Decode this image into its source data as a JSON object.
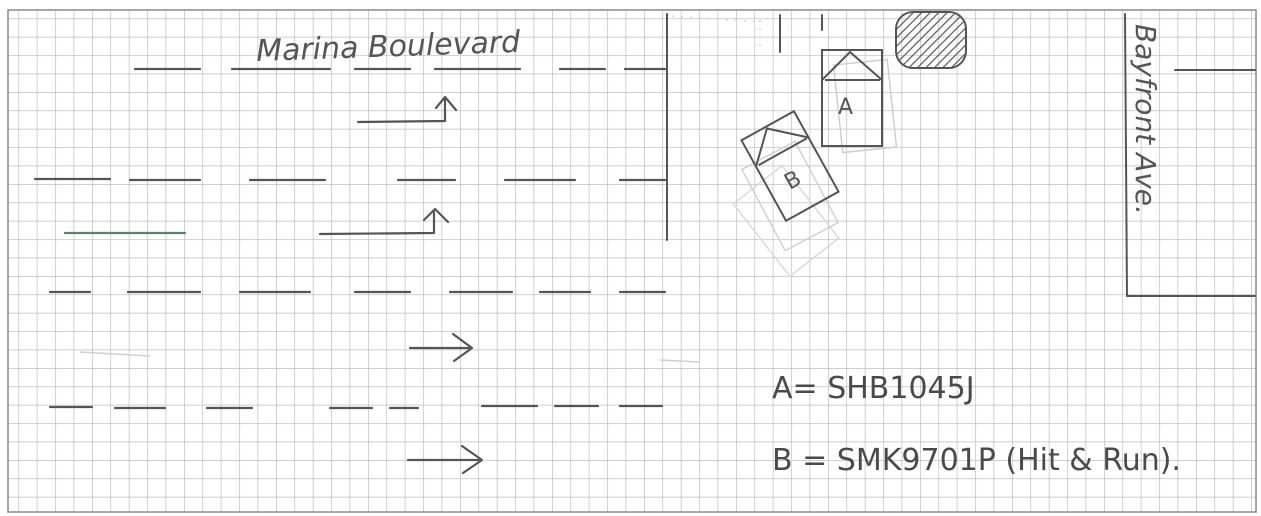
{
  "street_name": "Marina Boulevard",
  "side_street_name": "Bayfront Ave.",
  "vehicles": [
    {
      "label": "A"
    },
    {
      "label": "B"
    }
  ],
  "legend": [
    {
      "text": "A= SHB1045J"
    },
    {
      "text": "B = SMK9701P (Hit & Run)."
    }
  ],
  "colors": {
    "paper": "#ffffff",
    "grid_line": "#b3b3b3",
    "ink": "#555555",
    "faint_ink": "#cfcfcf",
    "hatched_fill": "#777777"
  }
}
